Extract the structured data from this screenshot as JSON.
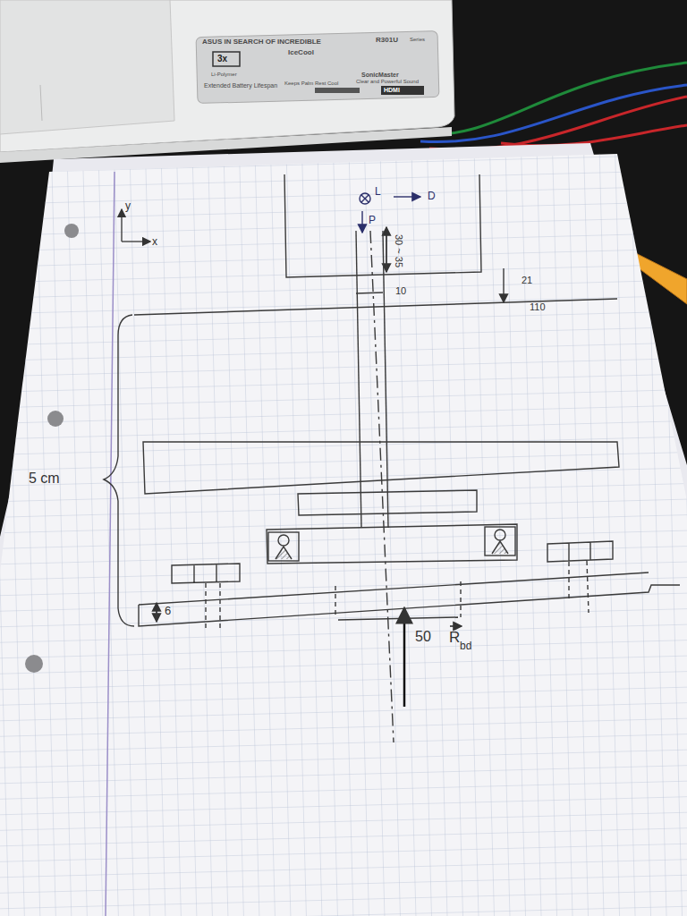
{
  "diagram": {
    "labels": [
      "y",
      "x",
      "L",
      "D",
      "P",
      "30 ~ 35",
      "10",
      "21",
      "110",
      "5 cm",
      "6",
      "50",
      "R",
      "bd",
      "ASUS IN SEARCH OF INCREDIBLE",
      "3x",
      "Li-Polymer",
      "Extended Battery Lifespan",
      "IceCool",
      "Keeps Palm Rest Cool",
      "SonicMaster",
      "Clear and Powerful Sound",
      "R301U",
      "Series",
      "HDMI"
    ]
  }
}
